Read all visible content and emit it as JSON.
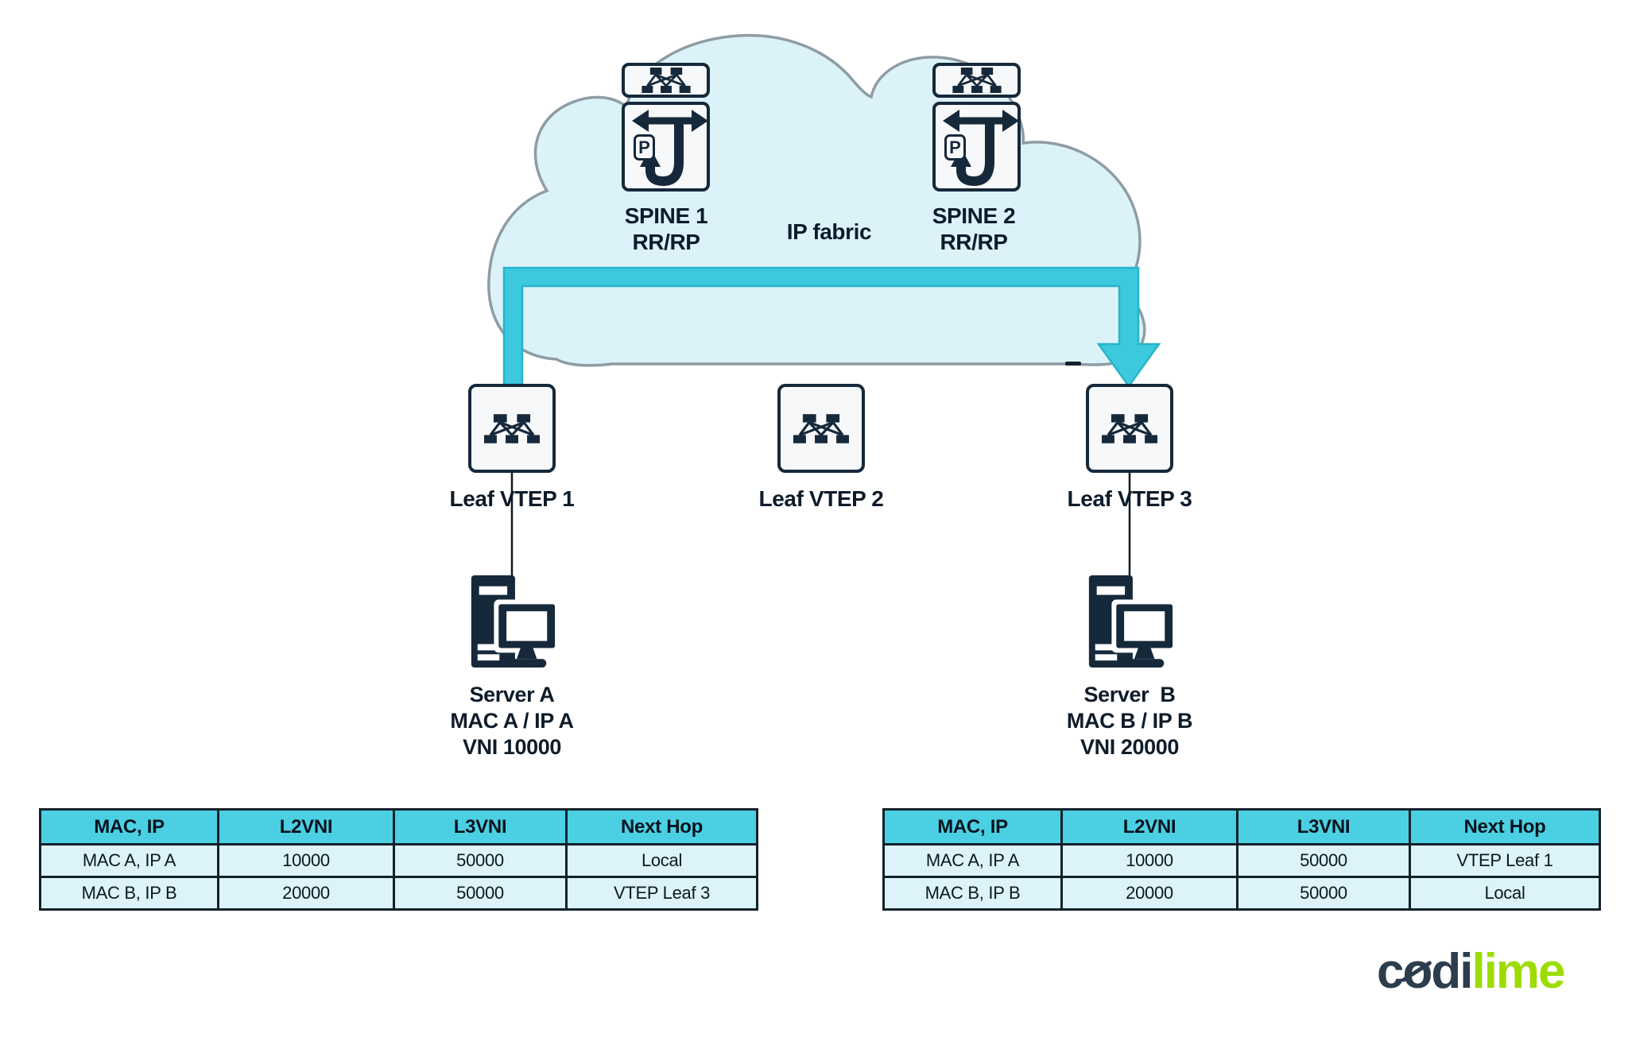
{
  "cloud": {
    "label": "IP fabric"
  },
  "spines": [
    {
      "name": "SPINE 1",
      "role": "RR/RP"
    },
    {
      "name": "SPINE 2",
      "role": "RR/RP"
    }
  ],
  "leaves": [
    {
      "label": "Leaf VTEP 1"
    },
    {
      "label": "Leaf VTEP 2"
    },
    {
      "label": "Leaf VTEP 3"
    }
  ],
  "servers": [
    {
      "name": "Server A",
      "address": "MAC A / IP A",
      "vni": "VNI 10000"
    },
    {
      "name": "Server  B",
      "address": "MAC B / IP B",
      "vni": "VNI 20000"
    }
  ],
  "router_icon_badge": "P",
  "tables": {
    "left": {
      "headers": [
        "MAC, IP",
        "L2VNI",
        "L3VNI",
        "Next Hop"
      ],
      "rows": [
        [
          "MAC A, IP A",
          "10000",
          "50000",
          "Local"
        ],
        [
          "MAC B, IP B",
          "20000",
          "50000",
          "VTEP Leaf 3"
        ]
      ]
    },
    "right": {
      "headers": [
        "MAC, IP",
        "L2VNI",
        "L3VNI",
        "Next Hop"
      ],
      "rows": [
        [
          "MAC A, IP A",
          "10000",
          "50000",
          "VTEP Leaf 1"
        ],
        [
          "MAC B, IP B",
          "20000",
          "50000",
          "Local"
        ]
      ]
    }
  },
  "logo": {
    "prefix": "c",
    "slashed_letter": "o",
    "middle": "di",
    "suffix": "lime"
  },
  "colors": {
    "navy": "#16293b",
    "arrow_fill": "#3dc9dd",
    "arrow_stroke": "#26b5ca",
    "cloud_fill": "#dcf2f9",
    "cloud_stroke": "#8e9ca5",
    "table_header_bg": "#4bd0e3",
    "table_row_bg": "#dcf3f9",
    "logo_dark": "#2c3d4d",
    "logo_lime": "#9ddc00"
  }
}
